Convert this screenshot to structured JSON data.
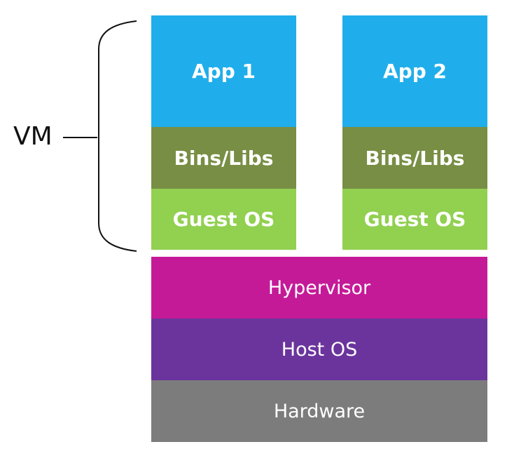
{
  "vm_label": "VM",
  "vm_stacks": [
    {
      "app": "App 1",
      "bins": "Bins/Libs",
      "guest_os": "Guest OS"
    },
    {
      "app": "App 2",
      "bins": "Bins/Libs",
      "guest_os": "Guest OS"
    }
  ],
  "layers": {
    "hypervisor": "Hypervisor",
    "host_os": "Host OS",
    "hardware": "Hardware"
  },
  "colors": {
    "app": "#1faeeb",
    "bins_libs": "#788e44",
    "guest_os": "#92d050",
    "hypervisor": "#c51a98",
    "host_os": "#6b349d",
    "hardware": "#7c7c7c"
  }
}
